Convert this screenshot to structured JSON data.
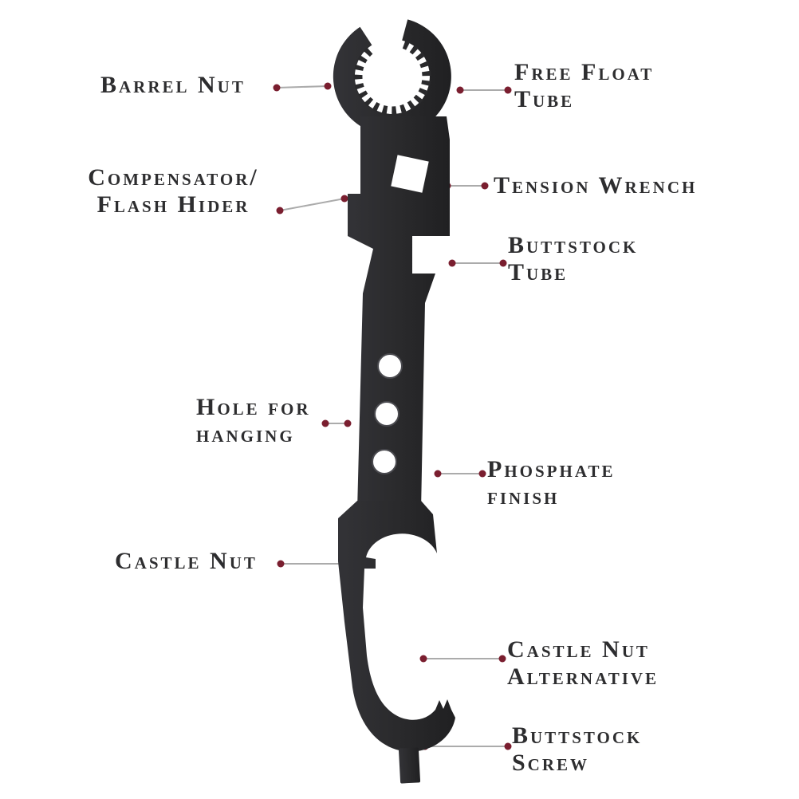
{
  "figure": {
    "type": "labeled-parts-diagram",
    "subject": "AR-15 armorer combination wrench with part callouts",
    "labels": [
      {
        "id": "barrel-nut",
        "lines": [
          "Barrel Nut"
        ]
      },
      {
        "id": "free-float-tube",
        "lines": [
          "Free Float",
          "Tube"
        ]
      },
      {
        "id": "compensator-flash-hider",
        "lines": [
          "Compensator/",
          "Flash Hider"
        ]
      },
      {
        "id": "tension-wrench",
        "lines": [
          "Tension Wrench"
        ]
      },
      {
        "id": "buttstock-tube",
        "lines": [
          "Buttstock",
          "Tube"
        ]
      },
      {
        "id": "hole-for-hanging",
        "lines": [
          "Hole for",
          "hanging"
        ]
      },
      {
        "id": "phosphate-finish",
        "lines": [
          "Phosphate",
          "finish"
        ]
      },
      {
        "id": "castle-nut",
        "lines": [
          "Castle Nut"
        ]
      },
      {
        "id": "castle-nut-alternative",
        "lines": [
          "Castle Nut",
          "Alternative"
        ]
      },
      {
        "id": "buttstock-screw",
        "lines": [
          "Buttstock",
          "Screw"
        ]
      }
    ],
    "colors": {
      "background": "#ffffff",
      "tool_body": "#2a2a2c",
      "label_text": "#2d2d2f",
      "leader_line": "#ababab",
      "leader_dot": "#7a1e2f"
    }
  }
}
